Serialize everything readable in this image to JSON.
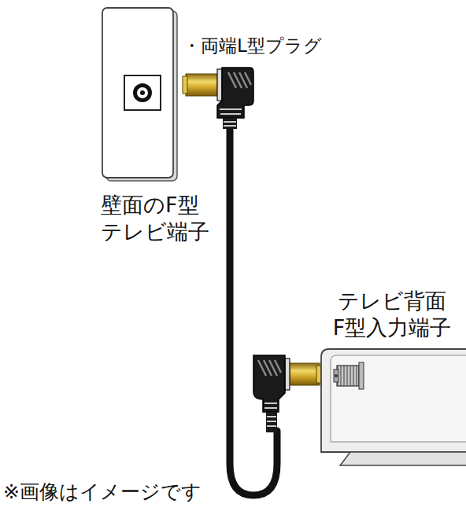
{
  "diagram": {
    "labels": [
      "・両端L型プラグ",
      "壁面のF型 テレビ端子",
      "テレビ背面 F型入力端子",
      "※画像はイメージです"
    ]
  }
}
